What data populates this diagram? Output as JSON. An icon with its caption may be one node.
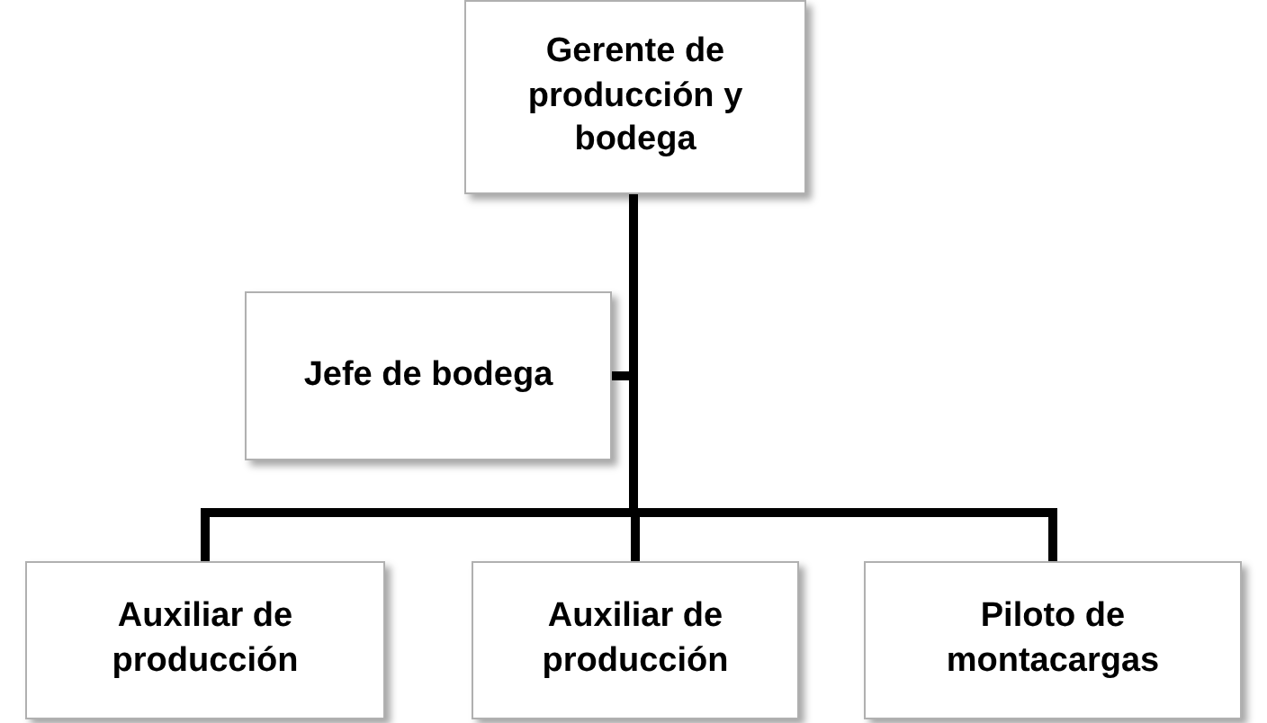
{
  "diagram": {
    "nodes": [
      {
        "text": [
          "Gerente de producción y bodega"
        ]
      },
      {
        "text": [
          "Jefe de bodega"
        ]
      },
      {
        "text": [
          "Auxiliar de producción"
        ]
      },
      {
        "text": [
          "Auxiliar de producción"
        ]
      },
      {
        "text": [
          "Piloto de montacargas"
        ]
      }
    ],
    "edges": [
      {
        "from": 0,
        "to": 1,
        "arrow": "none"
      },
      {
        "from": 0,
        "to": 2,
        "arrow": "none"
      },
      {
        "from": 0,
        "to": 3,
        "arrow": "none"
      },
      {
        "from": 0,
        "to": 4,
        "arrow": "none"
      }
    ]
  }
}
